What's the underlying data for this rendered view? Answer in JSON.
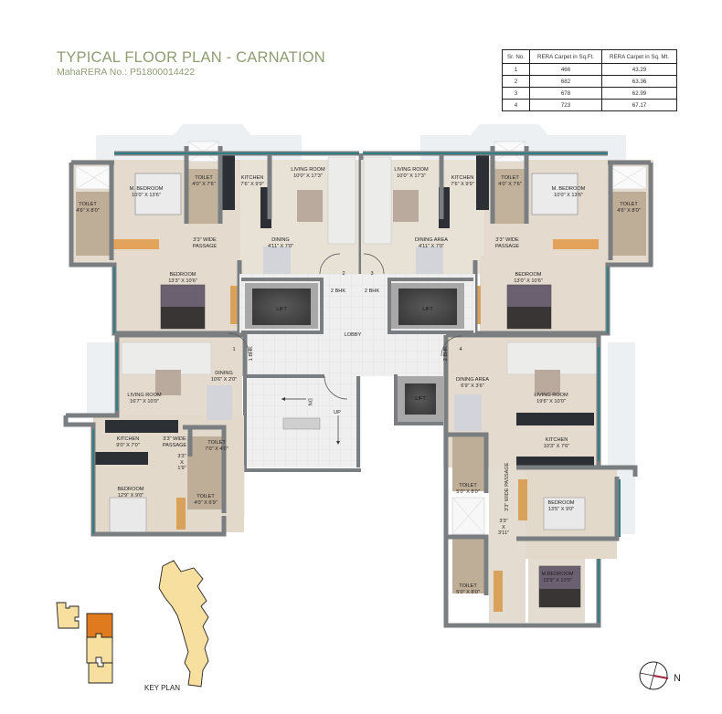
{
  "header": {
    "title": "TYPICAL FLOOR PLAN - CARNATION",
    "subtitle": "MahaRERA No.: P51800014422"
  },
  "area_table": {
    "columns": [
      "Sr. No.",
      "RERA Carpet in Sq.Ft.",
      "RERA Carpet in Sq. Mt."
    ],
    "rows": [
      [
        "1",
        "466",
        "43.29"
      ],
      [
        "2",
        "682",
        "63.36"
      ],
      [
        "3",
        "678",
        "62.99"
      ],
      [
        "4",
        "723",
        "67.17"
      ]
    ]
  },
  "rooms": {
    "u2_mbed": [
      "M. BEDROOM",
      "10'0\" X 13'6\""
    ],
    "u2_toilet_a": [
      "TOILET",
      "4'6\" X 8'0\""
    ],
    "u2_toilet_b": [
      "TOILET",
      "4'0\" X 7'6\""
    ],
    "u2_kitchen": [
      "KITCHEN",
      "7'6\" X 9'9\""
    ],
    "u2_living": [
      "LIVING ROOM",
      "10'0\" X 17'3\""
    ],
    "u2_passage": [
      "3'3\" WIDE",
      "PASSAGE"
    ],
    "u2_dining": [
      "DINING",
      "4'11\" X 7'0\""
    ],
    "u2_bed": [
      "BEDROOM",
      "13'3\" X 10'6\""
    ],
    "u3_living": [
      "LIVING ROOM",
      "10'0\" X 17'3\""
    ],
    "u3_kitchen": [
      "KITCHEN",
      "7'6\" X 9'9\""
    ],
    "u3_toilet_b": [
      "TOILET",
      "4'0\" X 7'6\""
    ],
    "u3_mbed": [
      "M. BEDROOM",
      "10'0\" X 13'6\""
    ],
    "u3_toilet_a": [
      "TOILET",
      "4'6\" X 8'0\""
    ],
    "u3_dining": [
      "DINING AREA",
      "4'11\" X 7'0\""
    ],
    "u3_passage": [
      "3'3\" WIDE",
      "PASSAGE"
    ],
    "u3_bed": [
      "BEDROOM",
      "13'0\" X 10'6\""
    ],
    "u1_dining": [
      "DINING",
      "10'6\" X 2'0\""
    ],
    "u1_living": [
      "LIVING ROOM",
      "16'7\" X 10'0\""
    ],
    "u1_kitchen": [
      "KITCHEN",
      "9'0\" X 7'0\""
    ],
    "u1_passage": [
      "3'3\" WIDE",
      "PASSAGE"
    ],
    "u1_toilet": [
      "TOILET",
      "7'0\" X 4'0\""
    ],
    "u1_gap": [
      "3'3\"",
      "X",
      "1'9\""
    ],
    "u1_toilet_b": [
      "TOILET",
      "4'0\" X 6'9\""
    ],
    "u1_bed": [
      "BEDROOM",
      "12'9\" X 9'0\""
    ],
    "u4_dining": [
      "DINING AREA",
      "6'9\" X 3'6\""
    ],
    "u4_living": [
      "LIVING ROOM",
      "19'6\" X 10'0\""
    ],
    "u4_kitchen": [
      "KITCHEN",
      "10'3\" X 7'6\""
    ],
    "u4_toilet_a": [
      "TOILET",
      "5'0\" X 8'0\""
    ],
    "u4_passage": "3'3\" WIDE PASSAGE",
    "u4_gap": [
      "3'3\"",
      "X",
      "3'11\""
    ],
    "u4_bed": [
      "BEDROOM",
      "13'5\" X 9'0\""
    ],
    "u4_toilet_b": [
      "TOILET",
      "5'0\" X 8'0\""
    ],
    "u4_mbed": [
      "M.BEDROOM",
      "13'9\" X 10'0\""
    ]
  },
  "common": {
    "lobby": "LOBBY",
    "lift": "LIFT",
    "up": "UP",
    "dn": "DN",
    "door_2": "2",
    "door_3": "3",
    "door_1": "1",
    "door_4": "4",
    "tag_2": "2 BHK",
    "tag_3": "2 BHK",
    "tag_1": "1 BHK",
    "tag_4": "2 BHK"
  },
  "key_plan": {
    "label": "KEY PLAN",
    "highlight_color": "#e07a1f",
    "block_color": "#f7dfa0"
  },
  "compass": {
    "label": "N",
    "needle_color": "#a0203a"
  },
  "colors": {
    "title": "#8e9c72",
    "wall": "#7b7e80",
    "floor": "#e6ded2",
    "lobby_floor": "#ececec",
    "window": "#2e7f86"
  }
}
